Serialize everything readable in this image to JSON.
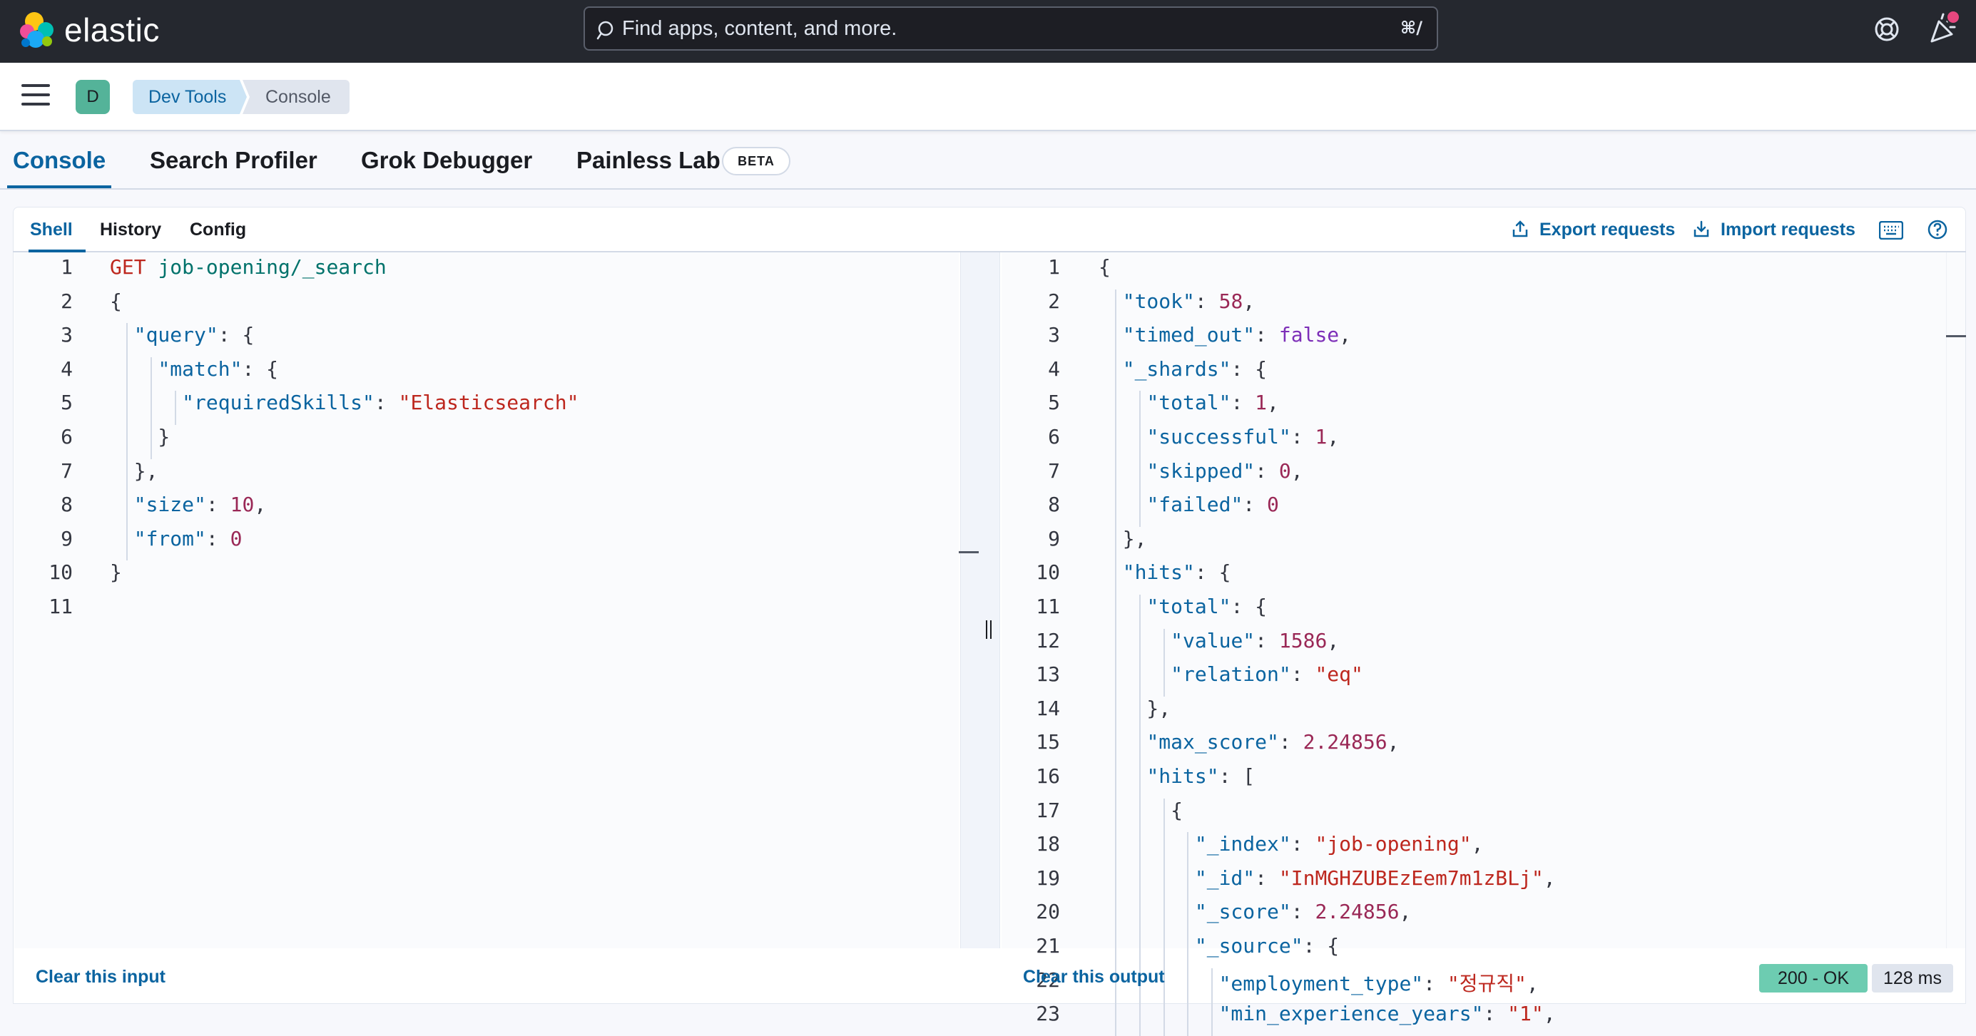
{
  "app": {
    "brand": "elastic",
    "search_placeholder": "Find apps, content, and more.",
    "search_shortcut": "⌘/"
  },
  "breadcrumbs": [
    "Dev Tools",
    "Console"
  ],
  "space_avatar": "D",
  "tabs": [
    {
      "label": "Console",
      "active": true
    },
    {
      "label": "Search Profiler",
      "active": false
    },
    {
      "label": "Grok Debugger",
      "active": false
    },
    {
      "label": "Painless Lab",
      "active": false,
      "badge": "BETA"
    }
  ],
  "subtabs": [
    {
      "label": "Shell",
      "active": true
    },
    {
      "label": "History",
      "active": false
    },
    {
      "label": "Config",
      "active": false
    }
  ],
  "actions": {
    "export": "Export requests",
    "import": "Import requests"
  },
  "request_lines": [
    "GET job-opening/_search",
    "{",
    "  \"query\": {",
    "    \"match\": {",
    "      \"requiredSkills\": \"Elasticsearch\"",
    "    }",
    "  },",
    "  \"size\": 10,",
    "  \"from\": 0",
    "}",
    ""
  ],
  "response_lines": [
    "{",
    "  \"took\": 58,",
    "  \"timed_out\": false,",
    "  \"_shards\": {",
    "    \"total\": 1,",
    "    \"successful\": 1,",
    "    \"skipped\": 0,",
    "    \"failed\": 0",
    "  },",
    "  \"hits\": {",
    "    \"total\": {",
    "      \"value\": 1586,",
    "      \"relation\": \"eq\"",
    "    },",
    "    \"max_score\": 2.24856,",
    "    \"hits\": [",
    "      {",
    "        \"_index\": \"job-opening\",",
    "        \"_id\": \"InMGHZUBEzEem7m1zBLj\",",
    "        \"_score\": 2.24856,",
    "        \"_source\": {",
    "          \"employment_type\": \"정규직\",",
    "          \"min_experience_years\": \"1\","
  ],
  "footer": {
    "clear_input": "Clear this input",
    "clear_output": "Clear this output",
    "status": "200 - OK",
    "time": "128 ms"
  },
  "colors": {
    "accent": "#0b64a0",
    "header_bg": "#25282f",
    "status_ok": "#6dccb1"
  }
}
